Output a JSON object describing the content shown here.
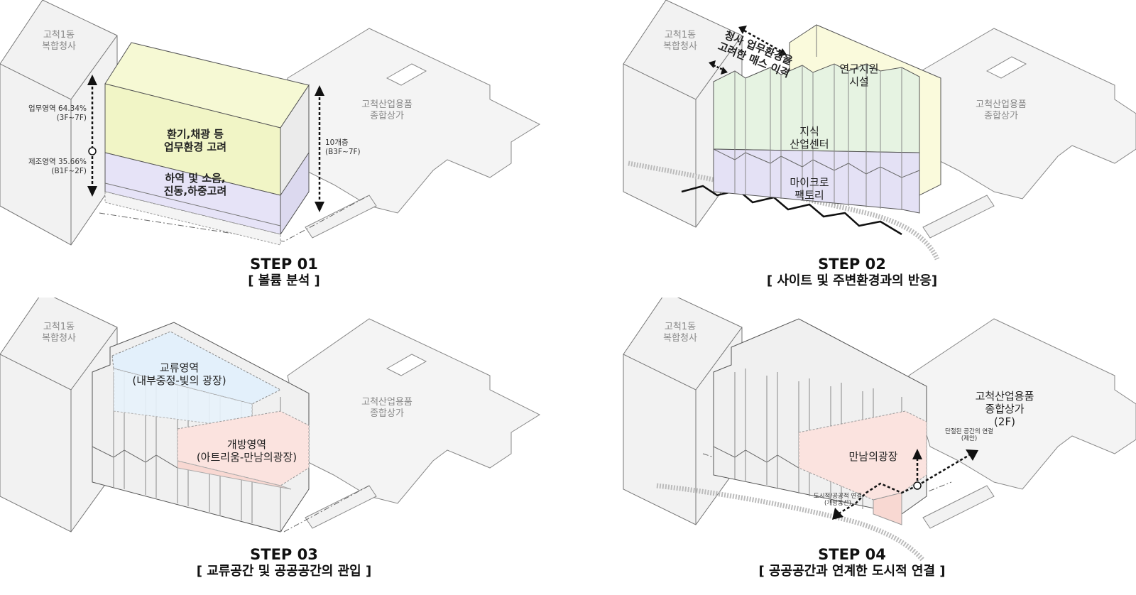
{
  "panels": {
    "p1": {
      "step": "STEP 01",
      "subtitle": "[ 볼륨 분석 ]",
      "building_left": "고척1동\n복합청사",
      "building_right": "고척산업용품\n종합상가",
      "upper_zone": "환기,채광 등\n업무환경 고려",
      "lower_zone": "하역 및 소음,\n진동,하중고려",
      "office_ratio": "업무영역 64.34%\n(3F~7F)",
      "mfg_ratio": "제조영역 35.66%\n(B1F~2F)",
      "floors": "10개층\n(B3F~7F)"
    },
    "p2": {
      "step": "STEP 02",
      "subtitle": "[ 사이트 및 주변환경과의 반응]",
      "building_left": "고척1동\n복합청사",
      "building_right": "고척산업용품\n종합상가",
      "separation": "청사 업무환경을\n고려한 매스 이격",
      "research": "연구지원\n시설",
      "knowledge": "지식\n산업센터",
      "micro": "마이크로\n팩토리"
    },
    "p3": {
      "step": "STEP 03",
      "subtitle": "[ 교류공간 및 공공공간의 관입 ]",
      "building_left": "고척1동\n복합청사",
      "building_right": "고척산업용품\n종합상가",
      "exchange": "교류영역\n(내부중정-빛의 광장)",
      "open": "개방영역\n(아트리움-만남의광장)"
    },
    "p4": {
      "step": "STEP 04",
      "subtitle": "[ 공공공간과 연계한 도시적 연결 ]",
      "building_left": "고척1동\n복합청사",
      "building_right": "고척산업용품\n종합상가\n(2F)",
      "plaza": "만남의광장",
      "link_note": "단절된 공간의 연결\n(제안)",
      "urban_note": "도시적/공공적 연결\n(개방동선)"
    }
  }
}
